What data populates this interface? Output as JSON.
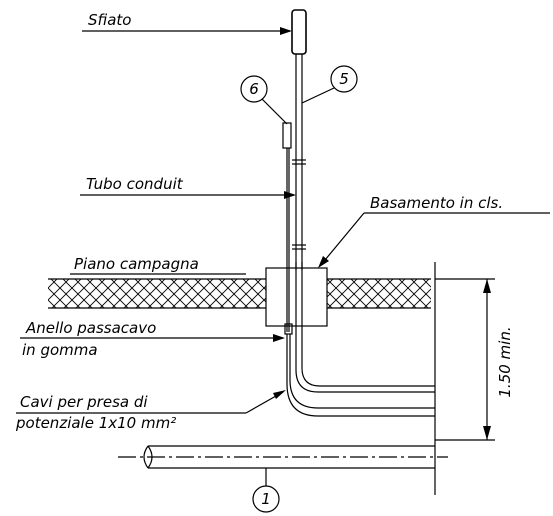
{
  "labels": {
    "sfiato": "Sfiato",
    "tubo_conduit": "Tubo conduit",
    "basamento": "Basamento in cls.",
    "piano_campagna": "Piano campagna",
    "anello_line1": "Anello passacavo",
    "anello_line2": "in gomma",
    "cavi_line1": "Cavi per presa di",
    "cavi_line2": "potenziale 1x10 mm²",
    "dimension": "1.50 min."
  },
  "callouts": {
    "c1": "1",
    "c5": "5",
    "c6": "6"
  }
}
